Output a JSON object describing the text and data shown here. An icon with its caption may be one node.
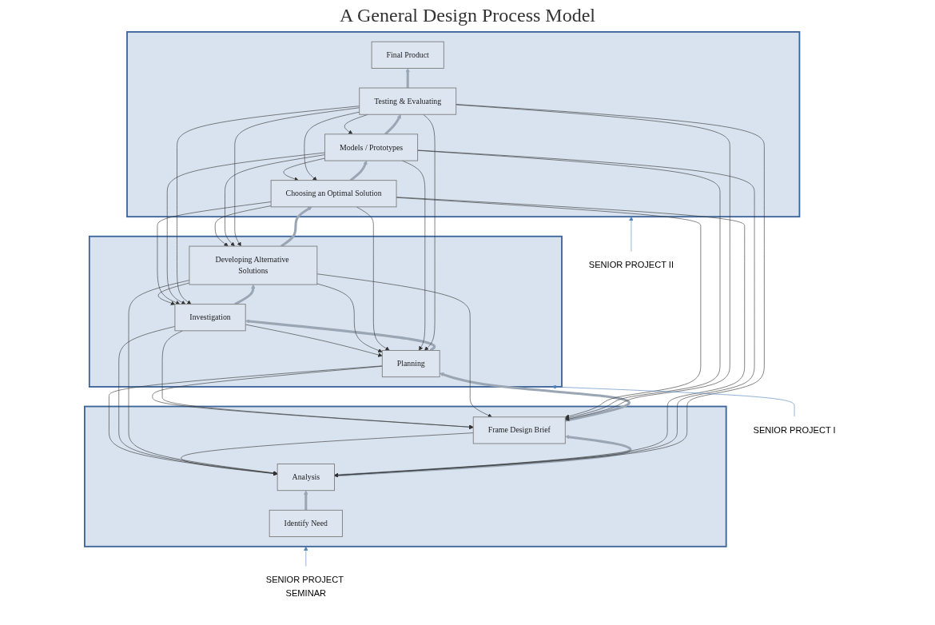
{
  "diagram": {
    "title": "A General Design Process Model",
    "nodes": [
      {
        "text": [
          "SENIOR PROJECT SEMINAR"
        ]
      },
      {
        "text": [],
        "shape": "box"
      },
      {
        "text": [
          "Identify Need"
        ],
        "in": 1
      },
      {
        "text": [
          "Analysis"
        ],
        "in": 1
      },
      {
        "text": [
          "Frame Design Brief"
        ],
        "in": 1
      },
      {
        "text": [
          "SENIOR PROJECT I"
        ]
      },
      {
        "text": [],
        "shape": "box"
      },
      {
        "text": [
          "Planning"
        ],
        "in": 6
      },
      {
        "text": [
          "Investigation"
        ],
        "in": 6
      },
      {
        "text": [
          "Developing Alternative Solutions"
        ],
        "in": 6
      },
      {
        "text": [
          "SENIOR PROJECT II"
        ]
      },
      {
        "text": [],
        "shape": "box"
      },
      {
        "text": [
          "Choosing an Optimal Solution"
        ],
        "in": 11
      },
      {
        "text": [
          "Models / Prototypes"
        ],
        "in": 11
      },
      {
        "text": [
          "Testing & Evaluating"
        ],
        "in": 11
      },
      {
        "text": [
          "Final Product"
        ],
        "in": 11
      }
    ],
    "edges": [
      {
        "from": 0,
        "to": 1,
        "arrow": "to",
        "color": "#4f81bd"
      },
      {
        "from": 5,
        "to": 6,
        "arrow": "to",
        "color": "#4f81bd"
      },
      {
        "from": 10,
        "to": 11,
        "arrow": "to",
        "color": "#4f81bd"
      },
      {
        "from": 2,
        "to": 3,
        "arrow": "to",
        "style": "thick",
        "color": "#9aa6b4"
      },
      {
        "from": 3,
        "to": 4,
        "arrow": "to",
        "style": "thick",
        "color": "#9aa6b4"
      },
      {
        "from": 4,
        "to": 7,
        "arrow": "to",
        "style": "thick",
        "color": "#9aa6b4"
      },
      {
        "from": 7,
        "to": 8,
        "arrow": "to",
        "style": "thick",
        "color": "#9aa6b4"
      },
      {
        "from": 8,
        "to": 9,
        "arrow": "to",
        "style": "thick",
        "color": "#9aa6b4"
      },
      {
        "from": 9,
        "to": 12,
        "arrow": "to",
        "style": "thick",
        "color": "#9aa6b4"
      },
      {
        "from": 12,
        "to": 13,
        "arrow": "to",
        "style": "thick",
        "color": "#9aa6b4"
      },
      {
        "from": 13,
        "to": 14,
        "arrow": "to",
        "style": "thick",
        "color": "#9aa6b4"
      },
      {
        "from": 14,
        "to": 15,
        "arrow": "to",
        "style": "thick",
        "color": "#9aa6b4"
      },
      {
        "from": 4,
        "to": 3,
        "arrow": "to"
      },
      {
        "from": 7,
        "to": 4,
        "arrow": "to"
      },
      {
        "from": 7,
        "to": 3,
        "arrow": "to"
      },
      {
        "from": 8,
        "to": 7,
        "arrow": "to"
      },
      {
        "from": 8,
        "to": 4,
        "arrow": "to"
      },
      {
        "from": 8,
        "to": 3,
        "arrow": "to"
      },
      {
        "from": 9,
        "to": 8,
        "arrow": "to"
      },
      {
        "from": 9,
        "to": 7,
        "arrow": "to"
      },
      {
        "from": 9,
        "to": 4,
        "arrow": "to"
      },
      {
        "from": 9,
        "to": 3,
        "arrow": "to"
      },
      {
        "from": 12,
        "to": 9,
        "arrow": "to"
      },
      {
        "from": 12,
        "to": 8,
        "arrow": "to"
      },
      {
        "from": 12,
        "to": 7,
        "arrow": "to"
      },
      {
        "from": 12,
        "to": 4,
        "arrow": "to"
      },
      {
        "from": 12,
        "to": 3,
        "arrow": "to"
      },
      {
        "from": 13,
        "to": 12,
        "arrow": "to"
      },
      {
        "from": 13,
        "to": 9,
        "arrow": "to"
      },
      {
        "from": 13,
        "to": 8,
        "arrow": "to"
      },
      {
        "from": 13,
        "to": 7,
        "arrow": "to"
      },
      {
        "from": 13,
        "to": 4,
        "arrow": "to"
      },
      {
        "from": 13,
        "to": 3,
        "arrow": "to"
      },
      {
        "from": 14,
        "to": 13,
        "arrow": "to"
      },
      {
        "from": 14,
        "to": 12,
        "arrow": "to"
      },
      {
        "from": 14,
        "to": 9,
        "arrow": "to"
      },
      {
        "from": 14,
        "to": 8,
        "arrow": "to"
      },
      {
        "from": 14,
        "to": 7,
        "arrow": "to"
      },
      {
        "from": 14,
        "to": 4,
        "arrow": "to"
      },
      {
        "from": 14,
        "to": 3,
        "arrow": "to"
      }
    ]
  }
}
